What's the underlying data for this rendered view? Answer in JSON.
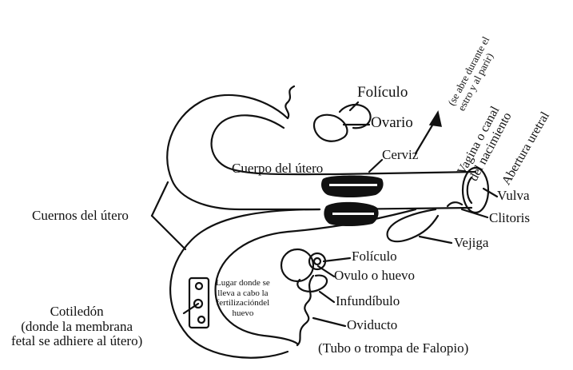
{
  "labels": {
    "foliculo_top": "Folículo",
    "ovario": "Ovario",
    "estro_line1": "(se abre durante el",
    "estro_line2": "estro y al parir)",
    "vagina_line1": "Vagina o canal",
    "vagina_line2": "del nacimiento",
    "abertura": "Abertura uretral",
    "cerviz": "Cerviz",
    "cuerpo": "Cuerpo del útero",
    "vulva": "Vulva",
    "clitoris": "Clitoris",
    "vejiga": "Vejiga",
    "cuernos": "Cuernos del útero",
    "foliculo_bottom": "Folículo",
    "ovulo": "Ovulo o huevo",
    "infundibulo": "Infundíbulo",
    "oviducto": "Oviducto",
    "tubo": "(Tubo o trompa de Falopio)",
    "cotiledon_line1": "Cotiledón",
    "cotiledon_line2": "(donde la membrana",
    "cotiledon_line3": "fetal se adhiere al útero)",
    "lugar_line1": "Lugar donde se",
    "lugar_line2": "lleva a cabo la",
    "lugar_line3": "fertilizacióndel",
    "lugar_line4": "huevo"
  },
  "colors": {
    "ink": "#111111",
    "background": "#ffffff"
  }
}
